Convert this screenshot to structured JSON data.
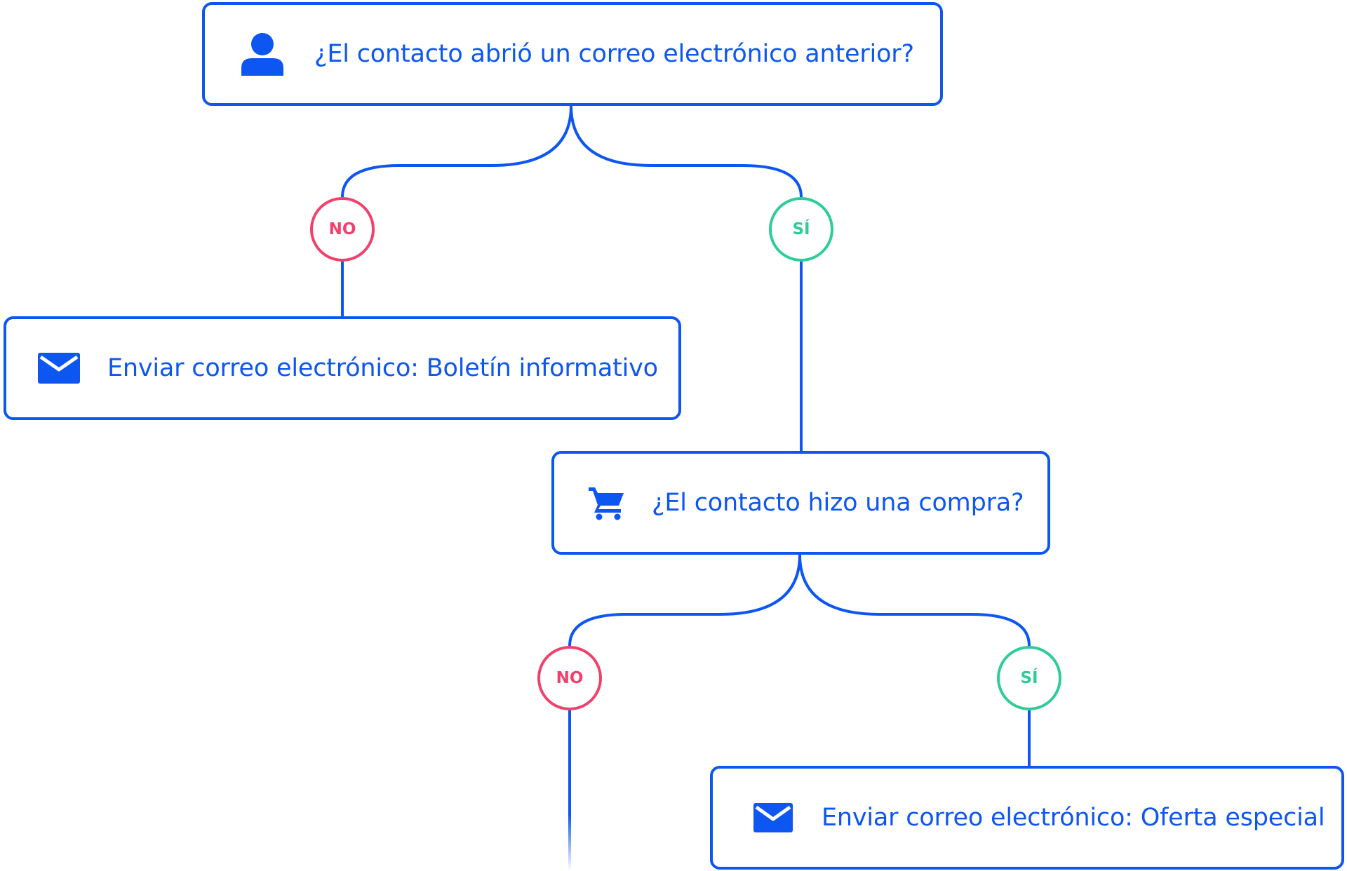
{
  "colors": {
    "primary": "#0d56f2",
    "no": "#f0416c",
    "yes": "#2fcc98",
    "background": "#ffffff"
  },
  "nodes": {
    "q1": {
      "icon": "person-icon",
      "label": "¿El contacto abrió un correo electrónico anterior?"
    },
    "a1": {
      "icon": "envelope-icon",
      "label": "Enviar correo electrónico: Boletín informativo"
    },
    "q2": {
      "icon": "shopping-cart-icon",
      "label": "¿El contacto hizo una compra?"
    },
    "a2": {
      "icon": "envelope-icon",
      "label": "Enviar correo electrónico: Oferta especial"
    }
  },
  "branches": {
    "q1_no": "NO",
    "q1_yes": "SÍ",
    "q2_no": "NO",
    "q2_yes": "SÍ"
  }
}
